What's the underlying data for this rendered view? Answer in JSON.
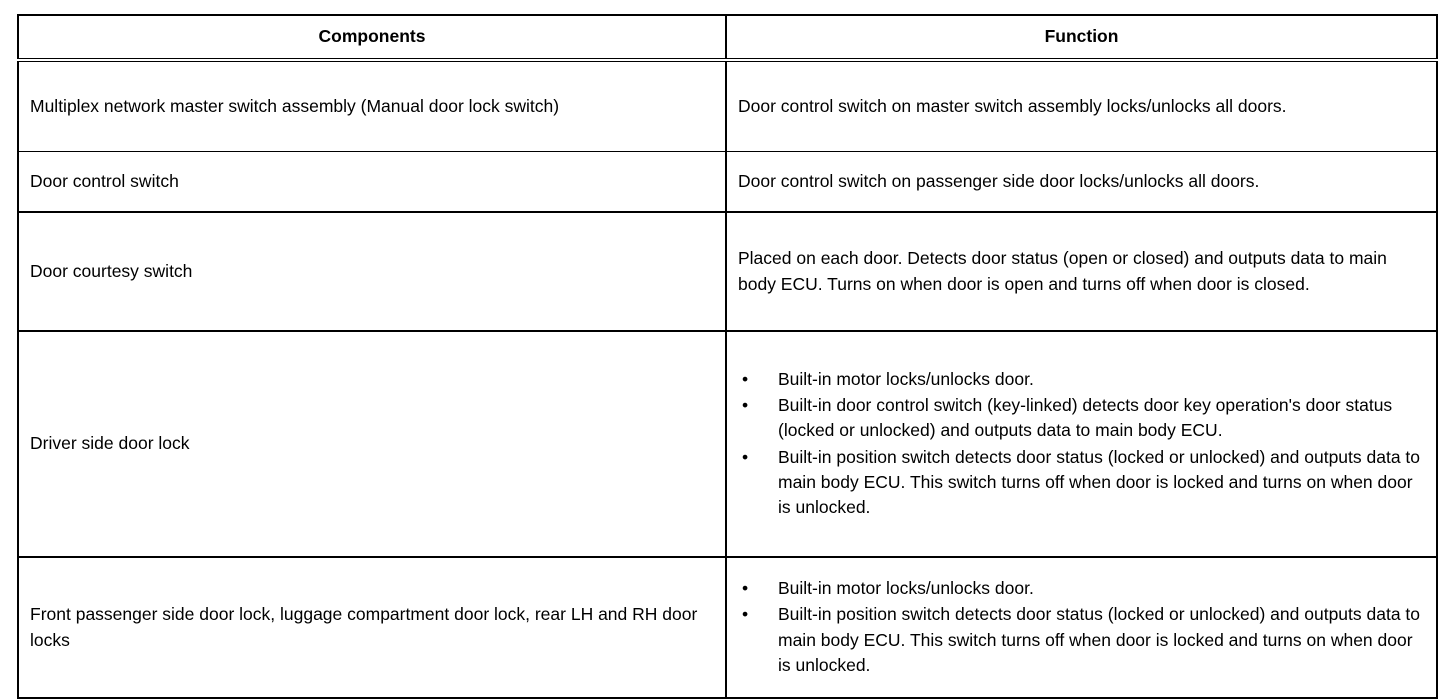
{
  "document": {
    "type": "specification-table",
    "background_color": "#ffffff",
    "text_color": "#000000",
    "border_color": "#000000"
  },
  "table": {
    "headers": {
      "components": "Components",
      "function": "Function"
    },
    "rows": [
      {
        "component": "Multiplex network master switch assembly (Manual door lock switch)",
        "function_type": "paragraph",
        "function_text": "Door control switch on master switch assembly locks/unlocks all doors."
      },
      {
        "component": "Door control switch",
        "function_type": "paragraph",
        "function_text": "Door control switch on passenger side door locks/unlocks all doors."
      },
      {
        "component": "Door courtesy switch",
        "function_type": "paragraph",
        "function_text": "Placed on each door. Detects door status (open or closed) and outputs data to main body ECU. Turns on when door is open and turns off when door is closed."
      },
      {
        "component": "Driver side door lock",
        "function_type": "bullets",
        "bullet_marker": "•",
        "function_bullets": [
          "Built-in motor locks/unlocks door.",
          "Built-in door control switch (key-linked) detects door key operation's door status (locked or unlocked) and outputs data to main body ECU.",
          "Built-in position switch detects door status (locked or unlocked) and outputs data to main body ECU. This switch turns off when door is locked and turns on when door is unlocked."
        ]
      },
      {
        "component": "Front passenger side door lock, luggage compartment door lock, rear LH and RH door locks",
        "function_type": "bullets",
        "bullet_marker": "•",
        "function_bullets": [
          "Built-in motor locks/unlocks door.",
          "Built-in position switch detects door status (locked or unlocked) and outputs data to main body ECU. This switch turns off when door is locked and turns on when door is unlocked."
        ]
      }
    ]
  }
}
